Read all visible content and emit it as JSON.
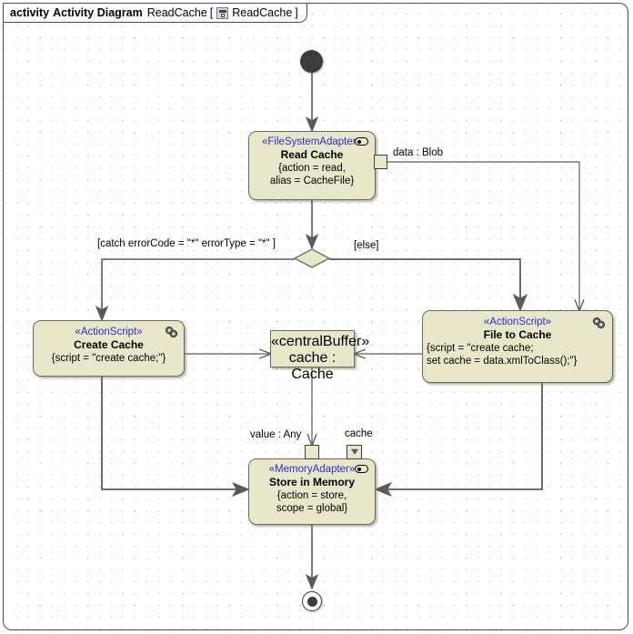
{
  "title": {
    "keyword": "activity",
    "kind": "Activity Diagram",
    "name": "ReadCache",
    "bracket_open": "[",
    "icon": "activity-diagram-icon",
    "diagram_ref": "ReadCache",
    "bracket_close": "]"
  },
  "nodes": {
    "initial": {
      "name": "initial-node",
      "label": ""
    },
    "read_cache": {
      "stereotype": "«FileSystemAdapter»",
      "name": "Read Cache",
      "prop_line1": "{action = read,",
      "prop_line2": "alias = CacheFile}",
      "icon": "streaming-action-icon"
    },
    "decision": {
      "name": "decision-node",
      "label": ""
    },
    "create_cache": {
      "stereotype": "«ActionScript»",
      "name": "Create Cache",
      "prop_line1": "{script = \"create cache;\"}",
      "icon": "script-action-icon"
    },
    "file_to_cache": {
      "stereotype": "«ActionScript»",
      "name": "File to Cache",
      "prop_line1": "{script = \"create cache;",
      "prop_line2": "set cache = data.xmlToClass();\"}",
      "icon": "script-action-icon"
    },
    "central_buffer": {
      "stereotype": "«centralBuffer»",
      "name": "cache : Cache"
    },
    "store_in_memory": {
      "stereotype": "«MemoryAdapter»",
      "name": "Store in Memory",
      "prop_line1": "{action = store,",
      "prop_line2": "scope = global}",
      "icon": "streaming-action-icon"
    },
    "final": {
      "name": "activity-final-node",
      "label": ""
    }
  },
  "pins": {
    "data_blob": {
      "label": "data : Blob",
      "kind": "output-pin"
    },
    "value_any": {
      "label": "value : Any",
      "kind": "input-pin"
    },
    "cache_pin": {
      "label": "cache",
      "kind": "streaming-input-pin"
    }
  },
  "guards": {
    "catch": "[catch errorCode = \"*\" errorType = \"*\" ]",
    "else": "[else]"
  },
  "colors": {
    "node_fill": "#e9e7c9",
    "node_border": "#6b6b55",
    "stereotype_text": "#2a2ad0",
    "edge": "#5a5a5a",
    "frame_border": "#4a4a4a",
    "grid_dot": "#9a9aa6"
  }
}
